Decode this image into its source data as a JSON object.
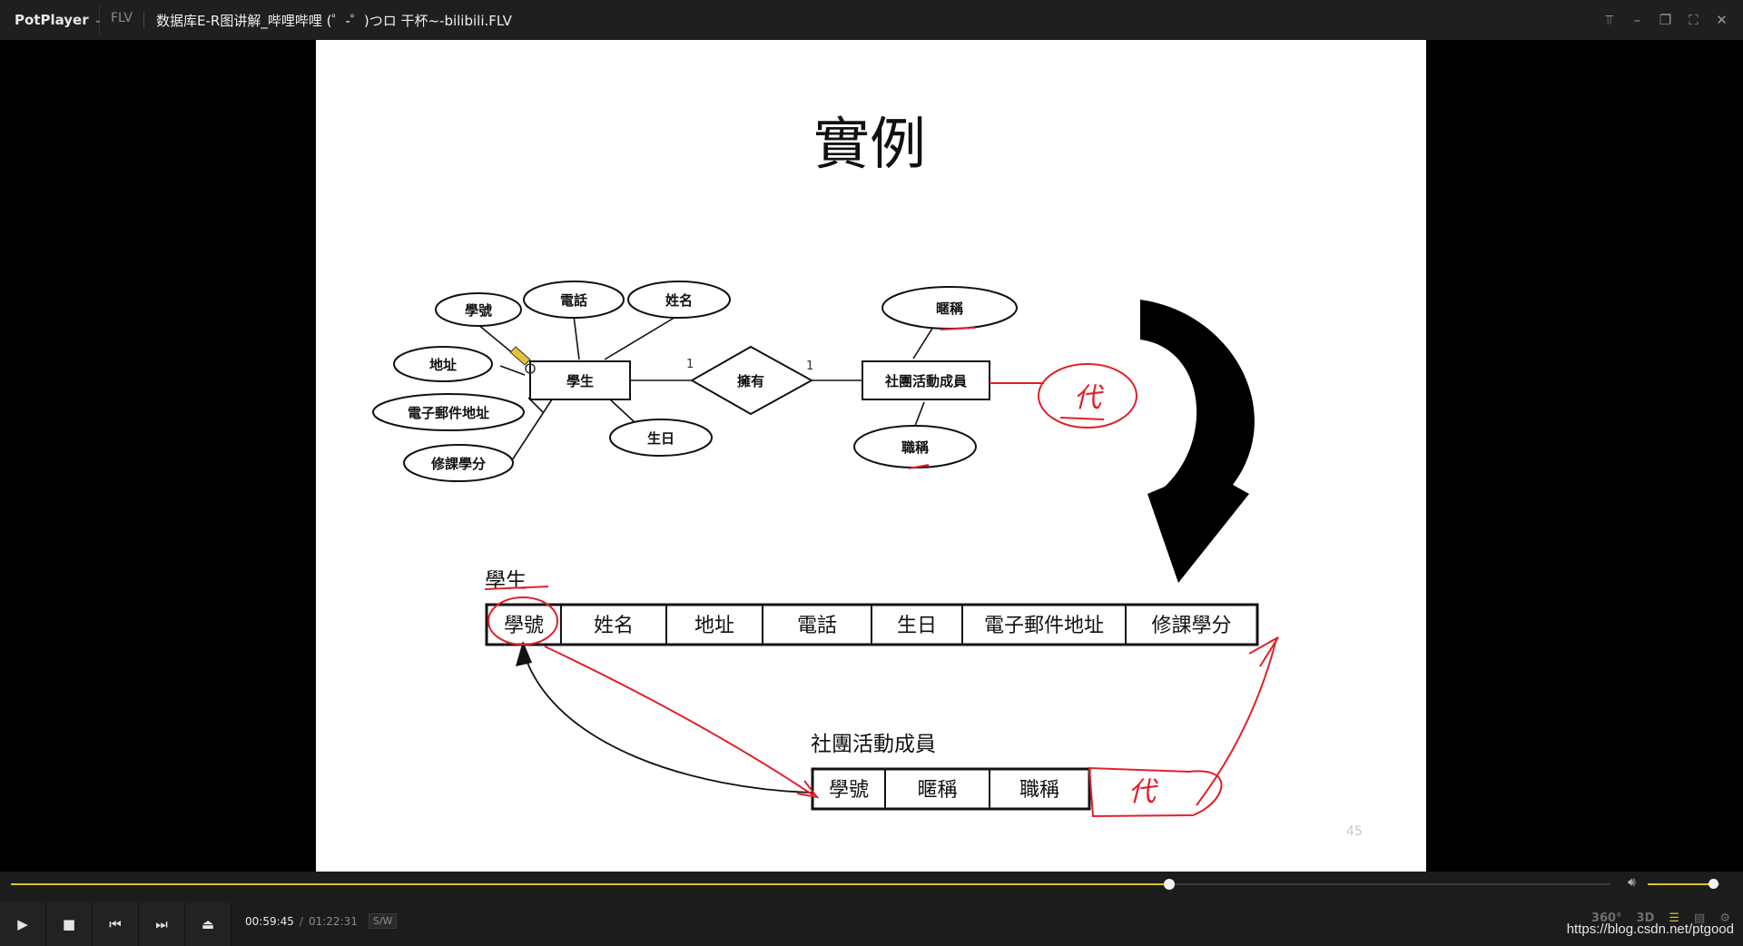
{
  "titlebar": {
    "app_name": "PotPlayer",
    "format": "FLV",
    "file_title": "数据库E-R图讲解_哔哩哔哩 (゜-゜)つロ 干杯~-bilibili.FLV",
    "controls": [
      "pin-icon",
      "minimize-icon",
      "restore-icon",
      "fullscreen-icon",
      "close-icon"
    ]
  },
  "slide": {
    "title": "實例",
    "page_number": "45",
    "er": {
      "entity_student": "學生",
      "entity_member": "社團活動成員",
      "relationship": "擁有",
      "card_left": "1",
      "card_right": "1",
      "attr_student_id": "學號",
      "attr_phone": "電話",
      "attr_name": "姓名",
      "attr_address": "地址",
      "attr_email": "電子郵件地址",
      "attr_credits": "修課學分",
      "attr_birthday": "生日",
      "attr_nickname": "暱稱",
      "attr_position": "職稱"
    },
    "table_student": {
      "label": "學生",
      "columns": [
        "學號",
        "姓名",
        "地址",
        "電話",
        "生日",
        "電子郵件地址",
        "修課學分"
      ]
    },
    "table_member": {
      "label": "社團活動成員",
      "columns": [
        "學號",
        "暱稱",
        "職稱"
      ]
    },
    "handwriting": {
      "circle_note": "代",
      "box_note": "代"
    }
  },
  "player": {
    "current_time": "00:59:45",
    "time_separator": "/",
    "total_time": "01:22:31",
    "codec": "S/W",
    "progress": 0.724,
    "volume": 0.9,
    "buttons": [
      "play-icon",
      "stop-icon",
      "previous-icon",
      "next-icon",
      "eject-icon"
    ],
    "right_buttons": [
      "360°",
      "3D"
    ],
    "watermark": "https://blog.csdn.net/ptgood"
  },
  "colors": {
    "accent": "#d9c424",
    "pen_red": "#e0202a",
    "titlebar_bg": "#1f1f1f",
    "controls_bg": "#1c1c1c"
  }
}
